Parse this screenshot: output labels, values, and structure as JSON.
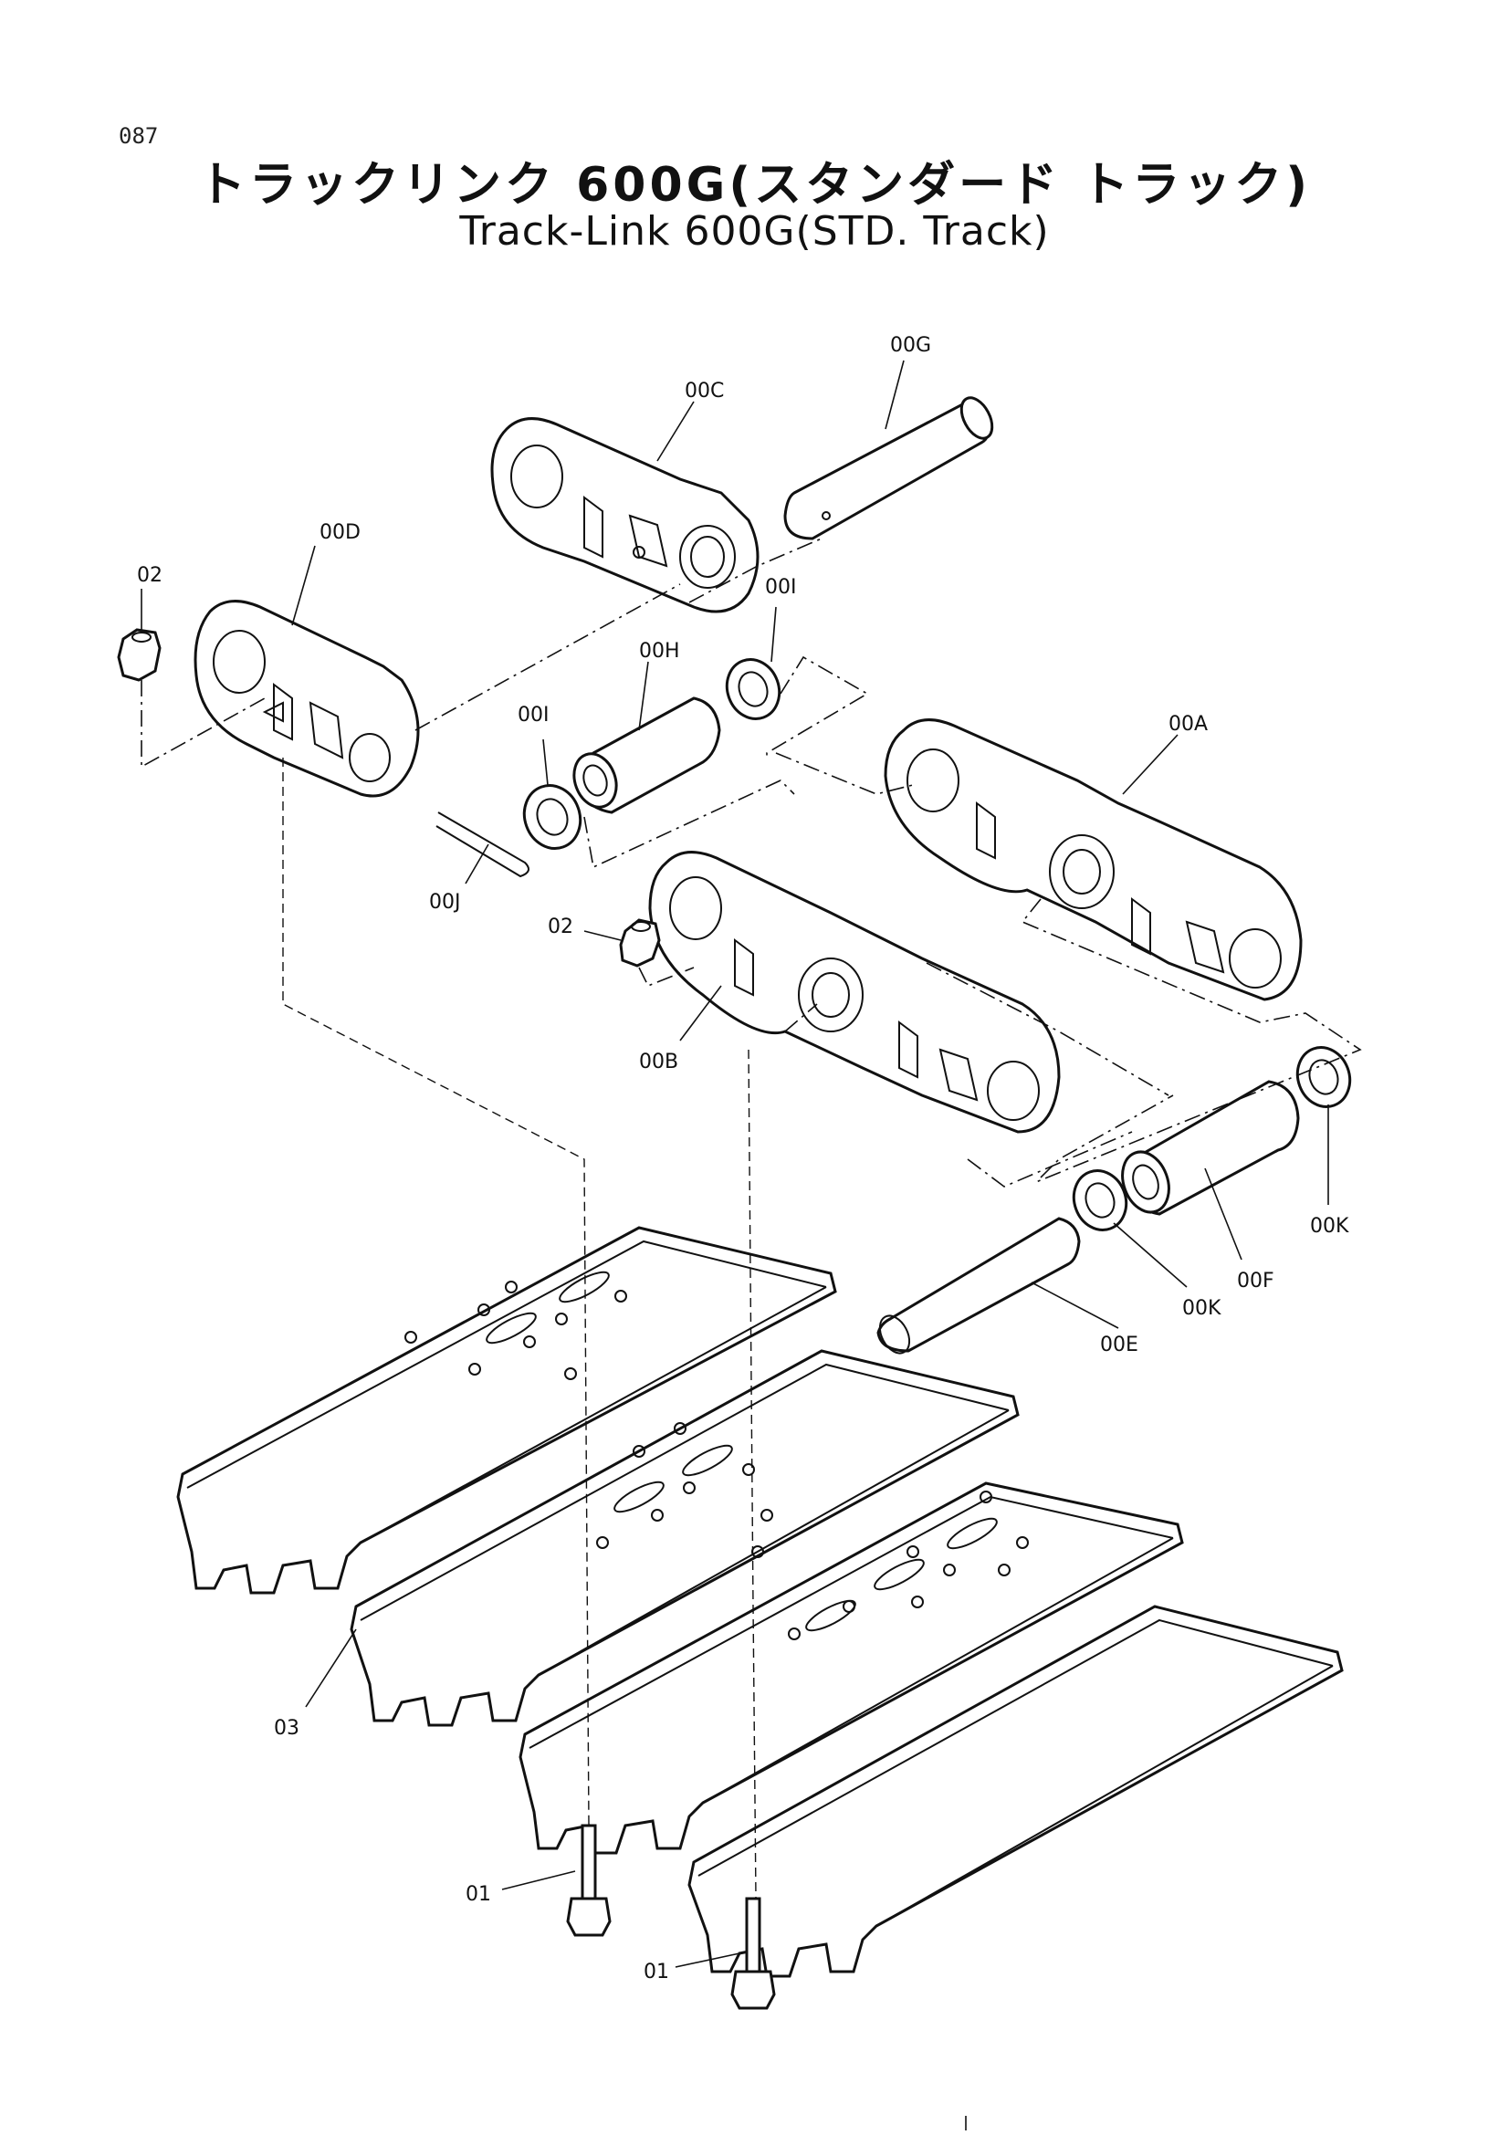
{
  "page_number": "087",
  "title_jp": "トラックリンク 600G(スタンダード トラック)",
  "title_en": "Track-Link 600G(STD. Track)",
  "callouts": {
    "c00G": "00G",
    "c00C": "00C",
    "c00D": "00D",
    "c02a": "02",
    "c00I_right": "00I",
    "c00H": "00H",
    "c00I_left": "00I",
    "c00A": "00A",
    "c00J": "00J",
    "c02b": "02",
    "c00B": "00B",
    "c00K_right": "00K",
    "c00F": "00F",
    "c00K_left": "00K",
    "c00E": "00E",
    "c03": "03",
    "c01a": "01",
    "c01b": "01"
  },
  "parts": {
    "track_link_master": "track-link",
    "pin": "pin",
    "bushing": "bushing",
    "seal": "seal",
    "nut": "nut",
    "bolt": "bolt",
    "shoe": "track-shoe",
    "spring_pin": "spring-pin"
  }
}
